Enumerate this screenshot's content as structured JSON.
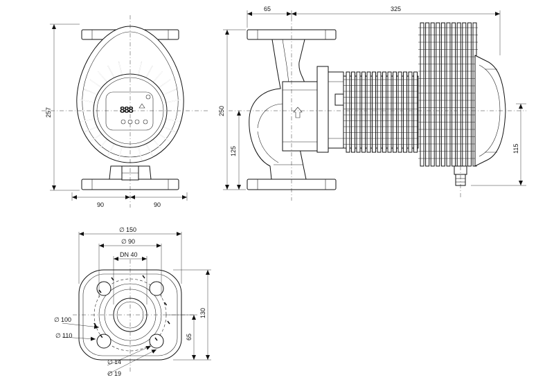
{
  "views": {
    "front": {
      "width_left": "90",
      "width_right": "90",
      "height": "257"
    },
    "side": {
      "dim_top_left": "65",
      "dim_top_right": "325",
      "height": "250",
      "axis_height": "125",
      "motor_axis": "115"
    },
    "flange": {
      "d150": "150",
      "d90": "90",
      "dn": "DN 40",
      "d100": "100",
      "d110": "110",
      "d14": "14",
      "d19": "19",
      "h130": "130",
      "h65": "65"
    }
  },
  "colors": {
    "line": "#111111",
    "fill": "#ffffff"
  }
}
